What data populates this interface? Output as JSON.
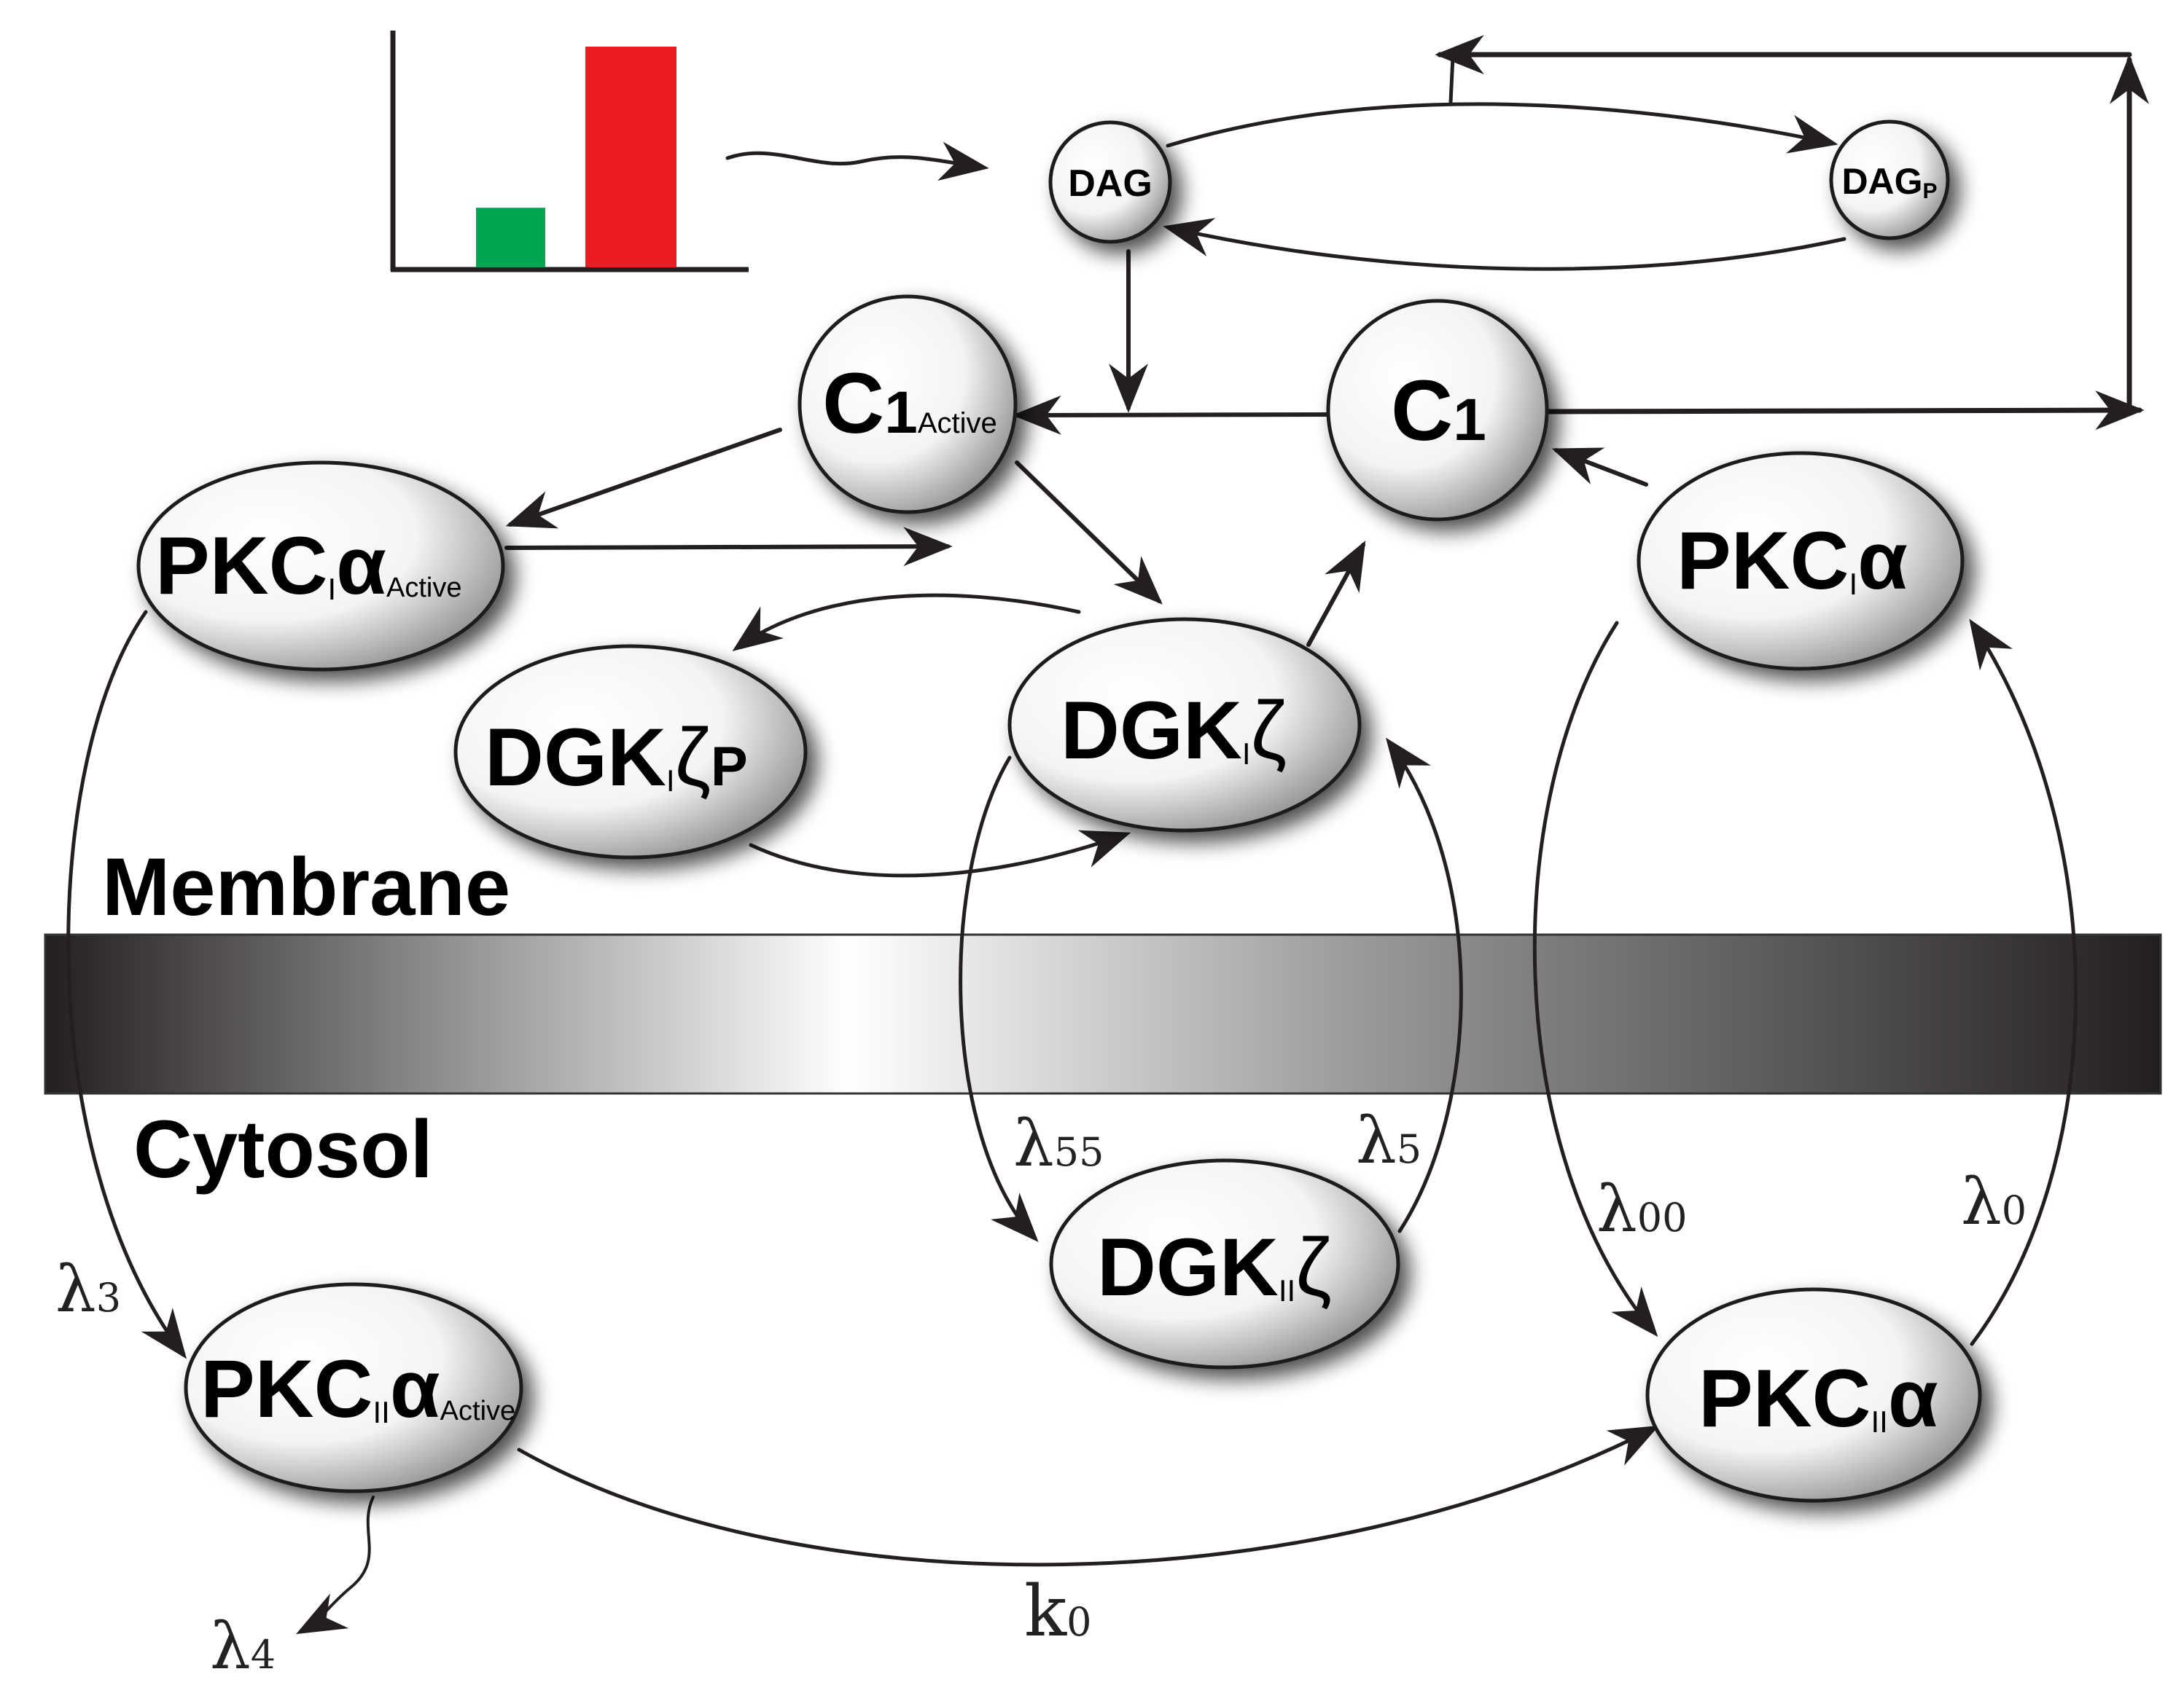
{
  "regions": {
    "membrane": "Membrane",
    "cytosol": "Cytosol"
  },
  "nodes": {
    "dag": {
      "main": "DAG",
      "sub": ""
    },
    "dag_p": {
      "main": "DAG",
      "sub": "P"
    },
    "c1_active": {
      "main": "C",
      "sub1": "1",
      "sub2": "Active"
    },
    "c1": {
      "main": "C",
      "sub1": "1"
    },
    "pkc_i_alpha_active": {
      "main": "PKC",
      "sub1": "I",
      "greek": "α",
      "sub2": "Active"
    },
    "pkc_i_alpha": {
      "main": "PKC",
      "sub1": "I",
      "greek": "α"
    },
    "dgk_i_zeta_p": {
      "main": "DGK",
      "sub1": "I",
      "greek": "ζ",
      "sub2": "P"
    },
    "dgk_i_zeta": {
      "main": "DGK",
      "sub1": "I",
      "greek": "ζ"
    },
    "dgk_ii_zeta": {
      "main": "DGK",
      "sub1": "II",
      "greek": "ζ"
    },
    "pkc_ii_alpha_active": {
      "main": "PKC",
      "sub1": "II",
      "greek": "α",
      "sub2": "Active"
    },
    "pkc_ii_alpha": {
      "main": "PKC",
      "sub1": "II",
      "greek": "α"
    }
  },
  "rates": {
    "lambda3": {
      "symbol": "λ",
      "sub": "3"
    },
    "lambda4": {
      "symbol": "λ",
      "sub": "4"
    },
    "lambda55": {
      "symbol": "λ",
      "sub": "55"
    },
    "lambda5": {
      "symbol": "λ",
      "sub": "5"
    },
    "lambda00": {
      "symbol": "λ",
      "sub": "00"
    },
    "lambda0": {
      "symbol": "λ",
      "sub": "0"
    },
    "k0": {
      "symbol": "k",
      "sub": "0"
    }
  },
  "inset_bars": [
    {
      "color": "#00a651",
      "value": 0.27
    },
    {
      "color": "#ed1c24",
      "value": 1.0
    }
  ],
  "colors": {
    "edge": "#231f20",
    "membrane_dark": "#231f20",
    "membrane_light": "#ffffff"
  }
}
